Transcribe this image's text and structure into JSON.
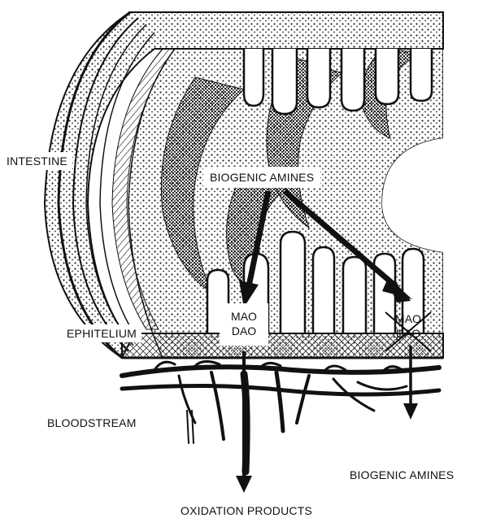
{
  "labels": {
    "intestine": "INTESTINE",
    "biogenic_amines_top": "BIOGENIC AMINES",
    "ephitelium": "EPHITELIUM",
    "bloodstream": "BLOODSTREAM",
    "biogenic_amines_out": "BIOGENIC AMINES",
    "oxidation_products": "OXIDATION PRODUCTS"
  },
  "enzymes_active": {
    "mao": "MAO",
    "dao": "DAO"
  },
  "enzymes_blocked": {
    "mao": "MAO",
    "dao": "DAO"
  },
  "colors": {
    "ink": "#111111",
    "background": "#ffffff"
  }
}
